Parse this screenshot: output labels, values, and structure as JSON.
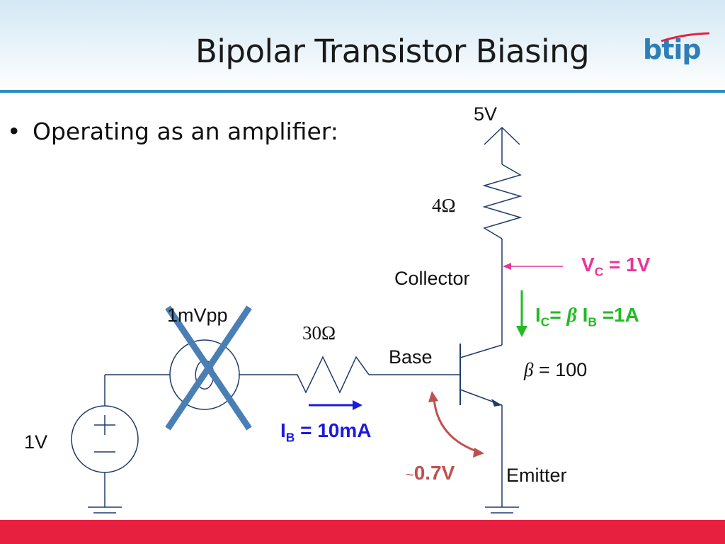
{
  "slide": {
    "title": "Bipolar Transistor Biasing",
    "logo": "btip",
    "bullet": "Operating as an amplifier:"
  },
  "circuit": {
    "supply_voltage": "5V",
    "collector_resistor": "4Ω",
    "collector_label": "Collector",
    "base_label": "Base",
    "emitter_label": "Emitter",
    "base_resistor": "30Ω",
    "ac_source": "1mVpp",
    "dc_source": "1V",
    "beta_symbol": "β",
    "beta_value": "= 100",
    "vc": {
      "main": "V",
      "sub": "C",
      "rest": " = 1V",
      "color": "#e8359a"
    },
    "ic": {
      "main1": "I",
      "sub1": "C",
      "mid": "= ",
      "beta": "β",
      "main2": " I",
      "sub2": "B",
      "rest": " =1A",
      "color": "#22bb22"
    },
    "ib": {
      "main": "I",
      "sub": "B",
      "rest": " = 10mA",
      "color": "#1a1adf"
    },
    "vbe": {
      "tilde": "~",
      "value": "0.7V",
      "color": "#c0504d"
    }
  }
}
